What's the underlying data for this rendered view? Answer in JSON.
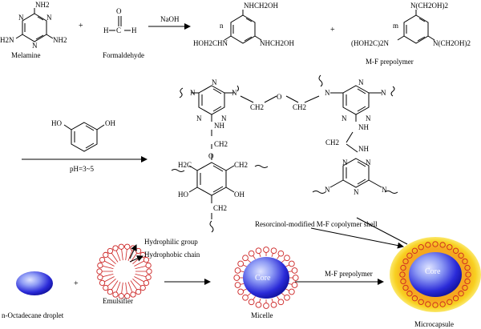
{
  "reaction1": {
    "melamine": {
      "label": "Melamine",
      "nh2": "NH2",
      "h2n": "H2N",
      "n": "N"
    },
    "plus1": "+",
    "formaldehyde": {
      "label": "Formaldehyde",
      "o": "O",
      "h": "H",
      "c": "C"
    },
    "arrow_label": "NaOH",
    "product_n": {
      "coef": "n",
      "top": "NHCH2OH",
      "left": "HOH2CHN",
      "right": "NHCH2OH"
    },
    "plus2": "+",
    "product_m": {
      "coef": "m",
      "top": "N(CH2OH)2",
      "left": "(HOH2C)2N",
      "right": "N(CH2OH)2"
    },
    "prepolymer_label": "M-F prepolymer"
  },
  "reaction2": {
    "resorcinol": {
      "oh_left": "HO",
      "oh_right": "OH"
    },
    "condition": "pH=3~5",
    "shell_groups": {
      "nh": "NH",
      "ch2": "CH2",
      "o": "O",
      "h2c": "H2C",
      "ho": "HO",
      "oh": "OH",
      "n": "N"
    },
    "shell_label": "Resorcinol-modified M-F copolymer shell"
  },
  "encapsulation": {
    "droplet_label": "n-Octadecane droplet",
    "plus": "+",
    "hydrophilic_label": "Hydrophilic group",
    "hydrophobic_label": "Hydrophobic chain",
    "emulsifier_label": "Emulsifier",
    "core_label": "Core",
    "micelle_label": "Micelle",
    "arrow_label": "M-F prepolymer",
    "core_label_2": "Core",
    "microcapsule_label": "Microcapsule"
  },
  "colors": {
    "core_light": "#b8c4ff",
    "core_dark": "#1a1ad0",
    "emulsifier_ring": "#cc2222",
    "shell_outer": "#f2d000",
    "shell_inner": "#f5b020",
    "arrow": "#000000"
  }
}
